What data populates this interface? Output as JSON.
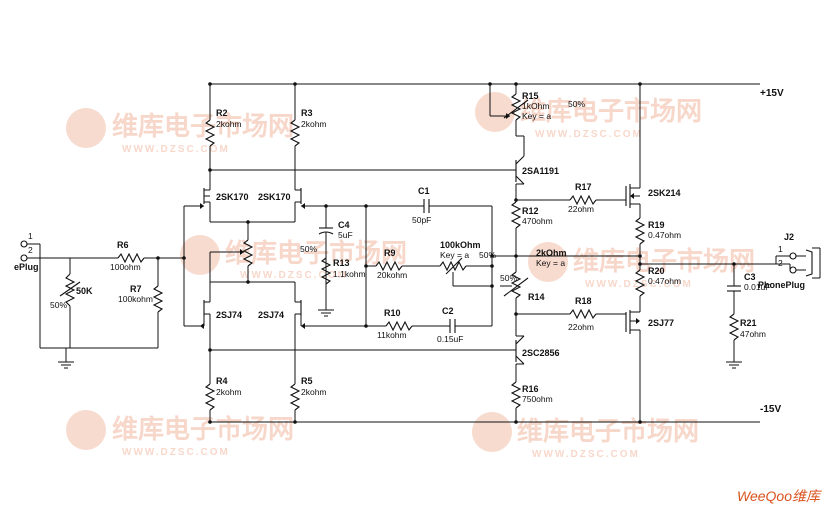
{
  "watermark": {
    "brand": "维库电子市场网",
    "site": "WWW.DZSC.COM",
    "corner": "WeeQoo维库"
  },
  "rails": {
    "pos": "+15V",
    "neg": "-15V"
  },
  "connectors": {
    "in": {
      "pin1": "1",
      "pin2": "2",
      "name": "ePlug"
    },
    "out": {
      "ref": "J2",
      "pin1": "1",
      "pin2": "2",
      "name": "PhonePlug"
    }
  },
  "components": {
    "R2": {
      "ref": "R2",
      "value": "2kohm"
    },
    "R3": {
      "ref": "R3",
      "value": "2kohm"
    },
    "R4": {
      "ref": "R4",
      "value": "2kohm"
    },
    "R5": {
      "ref": "R5",
      "value": "2kohm"
    },
    "R6": {
      "ref": "R6",
      "value": "100ohm"
    },
    "R7": {
      "ref": "R7",
      "value": "100kohm"
    },
    "POT1": {
      "value": "50K",
      "pct": "50%"
    },
    "R9": {
      "ref": "R9",
      "value": "20kohm"
    },
    "R10": {
      "ref": "R10",
      "value": "11kohm"
    },
    "R12": {
      "ref": "R12",
      "value": "470ohm"
    },
    "R13": {
      "ref": "R13",
      "value": "1.1kohm"
    },
    "R14": {
      "ref": "R14",
      "value": "2kOhm",
      "key": "Key = a",
      "pct": "50%"
    },
    "R15": {
      "ref": "R15",
      "value": "1kOhm",
      "key": "Key = a",
      "pct": "50%"
    },
    "R16": {
      "ref": "R16",
      "value": "750ohm"
    },
    "R17": {
      "ref": "R17",
      "value": "22ohm"
    },
    "R18": {
      "ref": "R18",
      "value": "22ohm"
    },
    "R19": {
      "ref": "R19",
      "value": "0.47ohm"
    },
    "R20": {
      "ref": "R20",
      "value": "0.47ohm"
    },
    "R21": {
      "ref": "R21",
      "value": "47ohm"
    },
    "POT2": {
      "value": "100kOhm",
      "key": "Key = a",
      "pct": "50%"
    },
    "POT3": {
      "pct": "50%"
    },
    "C1": {
      "ref": "C1",
      "value": "50pF"
    },
    "C2": {
      "ref": "C2",
      "value": "0.15uF"
    },
    "C3": {
      "ref": "C3",
      "value": "0.01uF"
    },
    "C4": {
      "ref": "C4",
      "value": "5uF"
    },
    "Q_2SK170_L": {
      "value": "2SK170"
    },
    "Q_2SK170_R": {
      "value": "2SK170"
    },
    "Q_2SJ74_L": {
      "value": "2SJ74"
    },
    "Q_2SJ74_R": {
      "value": "2SJ74"
    },
    "Q_2SA1191": {
      "value": "2SA1191"
    },
    "Q_2SC2856": {
      "value": "2SC2856"
    },
    "Q_2SK214": {
      "value": "2SK214"
    },
    "Q_2SJ77": {
      "value": "2SJ77"
    }
  },
  "colors": {
    "watermark": "#f2b8a0",
    "corner": "#d9531e",
    "ink": "#111111"
  }
}
